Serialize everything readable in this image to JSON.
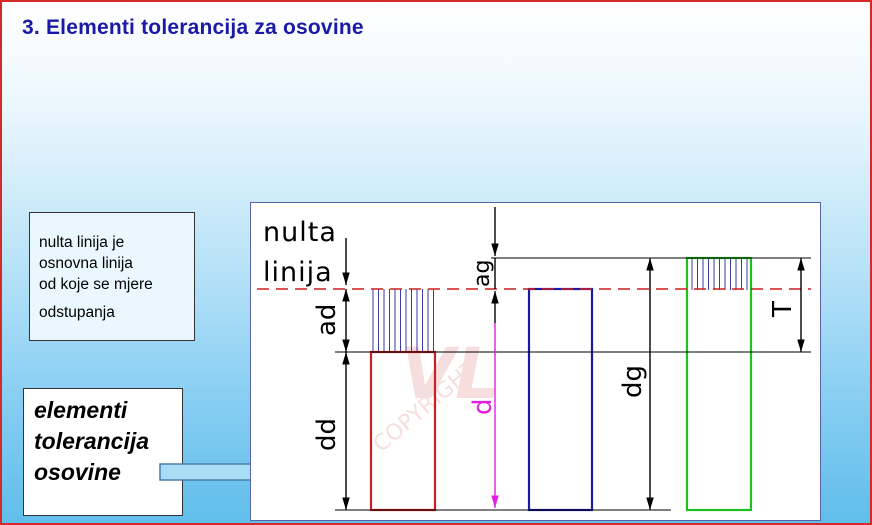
{
  "title": "3. Elementi tolerancija za osovine",
  "note": {
    "lines": [
      "nulta linija je",
      "osnovna linija",
      "od koje se mjere",
      "odstupanja"
    ]
  },
  "elements_box": {
    "lines": [
      "elementi",
      "tolerancija",
      "osovine"
    ]
  },
  "diagram": {
    "nulta_label_1": "nulta",
    "nulta_label_2": "linija",
    "ad": "ad",
    "dd": "dd",
    "d": "d",
    "ag": "ag",
    "dg": "dg",
    "T": "T"
  },
  "colors": {
    "title": "#1a1aa6",
    "frame_border": "#d42a2a",
    "shaft_lower": "#cc1f1f",
    "shaft_nominal": "#1a1aa6",
    "shaft_upper": "#1fbf1f",
    "hatch": "#3a3aa8",
    "dimension_d": "#e020e0",
    "zero_line": "#cc1f1f"
  },
  "icons": [
    "arrow-right-icon"
  ]
}
